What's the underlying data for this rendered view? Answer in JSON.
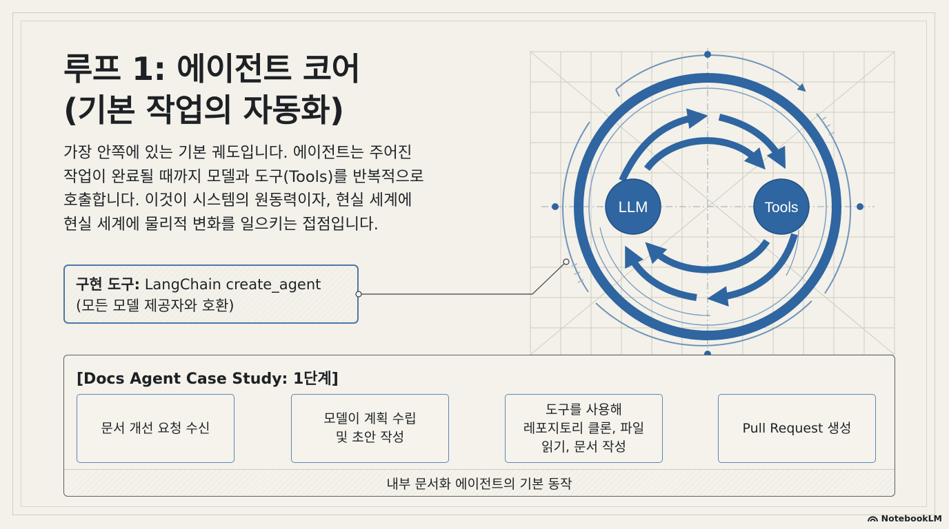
{
  "title": {
    "line1": "루프 1: 에이전트 코어",
    "line2": "(기본 작업의 자동화)"
  },
  "description": {
    "line1": "가장 안쪽에 있는 기본 궤도입니다. 에이전트는 주어진",
    "line2": "작업이 완료될 때까지 모델과 도구(Tools)를 반복적으로",
    "line3": "호출합니다. 이것이 시스템의 원동력이자, 현실 세계에",
    "line4": "현실 세계에 물리적 변화를 일으키는 접점입니다."
  },
  "implementation": {
    "label": "구현 도구:",
    "value": "LangChain create_agent",
    "note": "(모든 모델 제공자와 호환)"
  },
  "diagram": {
    "node_llm": "LLM",
    "node_tools": "Tools"
  },
  "case_study": {
    "title": "[Docs Agent Case Study: 1단계]",
    "steps": [
      "문서 개선 요청 수신",
      "모델이 계획 수립\n및 초안 작성",
      "도구를 사용해\n레포지토리 클론, 파일\n읽기, 문서 작성",
      "Pull Request 생성"
    ],
    "footer": "내부 문서화 에이전트의 기본 동작"
  },
  "brand": {
    "name": "NotebookLM",
    "icon": "notebooklm-logo-icon"
  },
  "colors": {
    "accent_blue": "#2f65a0",
    "border_blue": "#4b77a6",
    "background": "#f3f1e9"
  }
}
